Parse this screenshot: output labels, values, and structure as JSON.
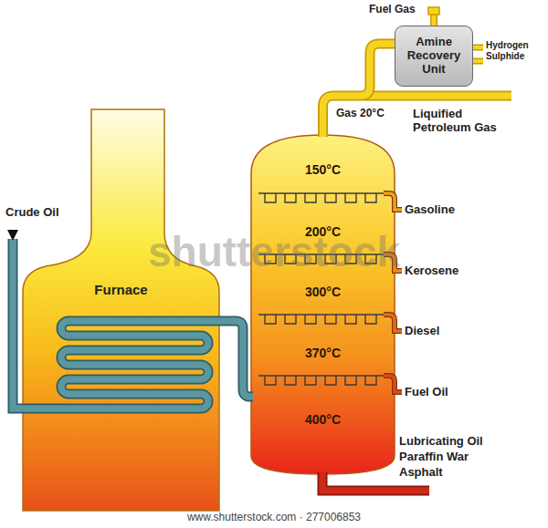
{
  "diagram": {
    "nodes": [
      {
        "text": [
          "Furnace"
        ]
      },
      {
        "text": [
          "150°C",
          "200°C",
          "300°C",
          "370°C",
          "400°C"
        ]
      },
      {
        "text": [
          "Amine Recovery Unit"
        ]
      }
    ],
    "edges": [
      {
        "from": 0,
        "to": 1,
        "arrow": "none"
      },
      {
        "from": 1,
        "to": 2,
        "arrow": "none"
      }
    ],
    "labels": [
      "Crude Oil",
      "Fuel Gas",
      "Hydrogen Sulphide",
      "Gas 20°C",
      "Liquified Petroleum Gas",
      "Gasoline",
      "Kerosene",
      "Diesel",
      "Fuel Oil",
      "Lubricating Oil",
      "Paraffin War",
      "Asphalt",
      "shutterstock",
      "www.shutterstock.com · 277006853"
    ]
  }
}
